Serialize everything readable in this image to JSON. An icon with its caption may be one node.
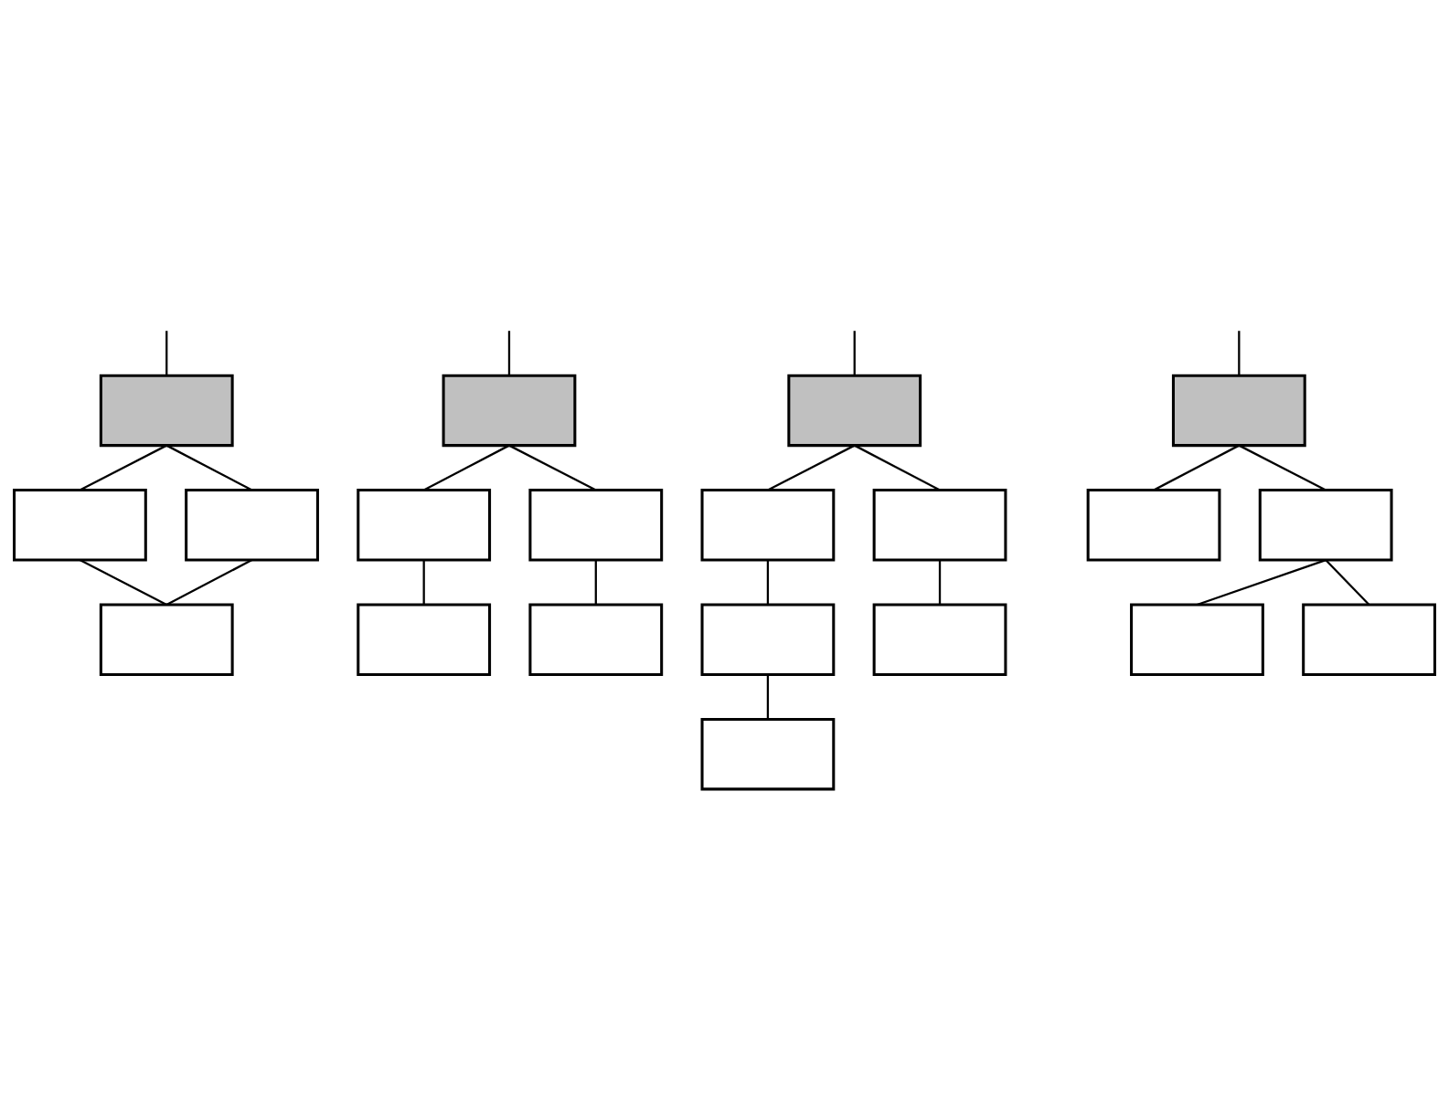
{
  "diagram": {
    "nodes": [
      {
        "text": [],
        "shape": "box"
      },
      {
        "text": [],
        "shape": "box"
      },
      {
        "text": [],
        "shape": "box"
      },
      {
        "text": [],
        "shape": "box"
      },
      {
        "text": [],
        "shape": "box"
      },
      {
        "text": [],
        "shape": "box"
      },
      {
        "text": [],
        "shape": "box"
      },
      {
        "text": [],
        "shape": "box"
      },
      {
        "text": [],
        "shape": "box"
      },
      {
        "text": [],
        "shape": "box"
      },
      {
        "text": [],
        "shape": "box"
      },
      {
        "text": [],
        "shape": "box"
      },
      {
        "text": [],
        "shape": "box"
      },
      {
        "text": [],
        "shape": "box"
      },
      {
        "text": [],
        "shape": "box"
      },
      {
        "text": [],
        "shape": "box"
      },
      {
        "text": [],
        "shape": "box"
      },
      {
        "text": [],
        "shape": "box"
      },
      {
        "text": [],
        "shape": "box"
      },
      {
        "text": [],
        "shape": "box"
      }
    ],
    "edges": [
      {
        "from": null,
        "to": 0,
        "arrow": "none"
      },
      {
        "from": null,
        "to": 1,
        "arrow": "none"
      },
      {
        "from": null,
        "to": 2,
        "arrow": "none"
      },
      {
        "from": null,
        "to": 3,
        "arrow": "none"
      },
      {
        "from": 0,
        "to": 4,
        "arrow": "none"
      },
      {
        "from": 0,
        "to": 5,
        "arrow": "none"
      },
      {
        "from": 4,
        "to": 12,
        "arrow": "none"
      },
      {
        "from": 5,
        "to": 12,
        "arrow": "none"
      },
      {
        "from": 1,
        "to": 6,
        "arrow": "none"
      },
      {
        "from": 1,
        "to": 7,
        "arrow": "none"
      },
      {
        "from": 6,
        "to": 13,
        "arrow": "none"
      },
      {
        "from": 7,
        "to": 14,
        "arrow": "none"
      },
      {
        "from": 2,
        "to": 8,
        "arrow": "none"
      },
      {
        "from": 2,
        "to": 9,
        "arrow": "none"
      },
      {
        "from": 8,
        "to": 15,
        "arrow": "none"
      },
      {
        "from": 15,
        "to": 19,
        "arrow": "none"
      },
      {
        "from": 9,
        "to": 16,
        "arrow": "none"
      },
      {
        "from": 3,
        "to": 10,
        "arrow": "none"
      },
      {
        "from": 3,
        "to": 11,
        "arrow": "none"
      },
      {
        "from": 11,
        "to": 17,
        "arrow": "none"
      },
      {
        "from": 11,
        "to": 18,
        "arrow": "none"
      }
    ]
  }
}
